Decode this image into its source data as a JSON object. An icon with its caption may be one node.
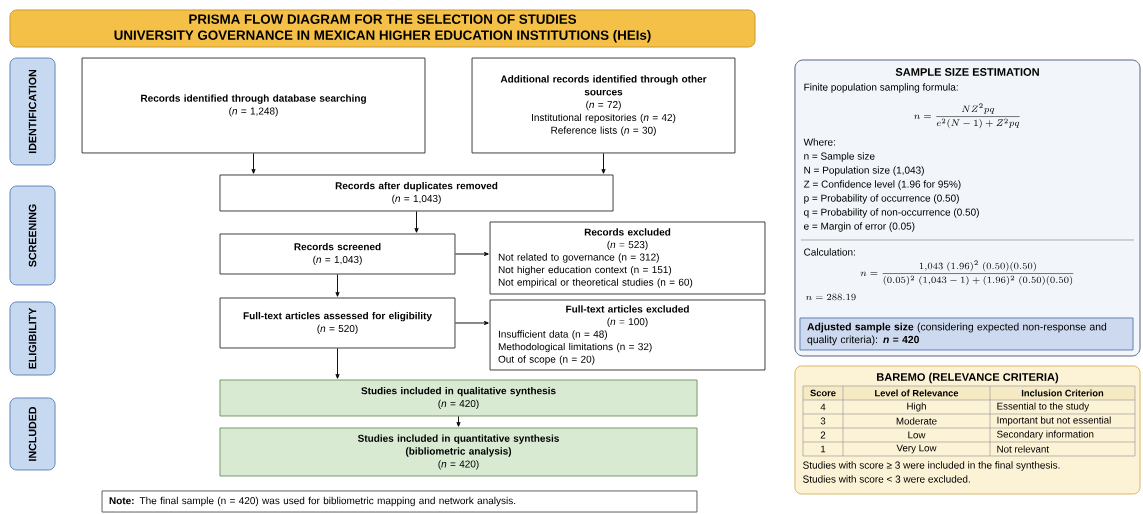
{
  "diagram": {
    "nodes": [
      {
        "text": [
          "PRISMA FLOW DIAGRAM FOR THE SELECTION OF STUDIES",
          "UNIVERSITY GOVERNANCE IN MEXICAN HIGHER EDUCATION INSTITUTIONS (HEIs)"
        ]
      },
      {
        "text": [
          "IDENTIFICATION"
        ]
      },
      {
        "text": [
          "SCREENING"
        ]
      },
      {
        "text": [
          "ELIGIBILITY"
        ]
      },
      {
        "text": [
          "INCLUDED"
        ]
      },
      {
        "text": [
          "Records identified through database searching",
          "(*n* = 1,248)"
        ]
      },
      {
        "text": [
          "Additional records identified through other sources",
          "(*n* = 72)",
          "Institutional repositories (*n* = 42)",
          "Reference lists (*n* = 30)"
        ]
      },
      {
        "text": [
          "Records after duplicates removed",
          "(*n* = 1,043)"
        ]
      },
      {
        "text": [
          "Records screened",
          "(*n* = 1,043)"
        ]
      },
      {
        "text": [
          "Records excluded",
          "(*n* = 523)",
          "Not related to governance (n = 312)",
          "Not higher education context (n = 151)",
          "Not empirical or theoretical studies (n = 60)"
        ]
      },
      {
        "text": [
          "Full-text articles assessed for eligibility",
          "(*n* = 520)"
        ]
      },
      {
        "text": [
          "Full-text articles excluded",
          "(*n* = 100)",
          "Insufficient data (n = 48)",
          "Methodological limitations (n = 32)",
          "Out of scope (n = 20)"
        ]
      },
      {
        "text": [
          "Studies included in qualitative synthesis",
          "(*n* = 420)"
        ]
      },
      {
        "text": [
          "Studies included in quantitative synthesis",
          "(bibliometric analysis)",
          "(*n* = 420)"
        ]
      },
      {
        "text": [
          "**Note:** The final sample (n = 420) was used for bibliometric mapping and network analysis."
        ]
      },
      {
        "text": [
          "SAMPLE SIZE ESTIMATION",
          "Finite population sampling formula:",
          "n = \\frac{NZ^2pq}{e^2(N-1)+Z^2pq}",
          "Where:",
          "n = Sample size",
          "N = Population size (1,043)",
          "Z = Confidence level (1.96 for 95%)",
          "p = Probability of occurrence (0.50)",
          "q = Probability of non-occurrence (0.50)",
          "e = Margin of error (0.05)",
          "Calculation:",
          "n = \\frac{1{,}043\\;(1.96)^2\\;(0.50)(0.50)}{(0.05)^2\\;(1{,}043-1)+(1.96)^2\\;(0.50)(0.50)}",
          "n = 288.19"
        ]
      },
      {
        "text": [
          "**Adjusted sample size** (considering expected non-response and quality criteria): ***n* = 420**"
        ],
        "in": 15
      },
      {
        "text": [
          "BAREMO (RELEVANCE CRITERIA)",
          "Studies with score ≥ 3 were included in the final synthesis.",
          "Studies with score < 3 were excluded."
        ]
      }
    ],
    "edges": [
      {
        "from": 5,
        "to": 7,
        "arrow": "to"
      },
      {
        "from": 6,
        "to": 7,
        "arrow": "to"
      },
      {
        "from": 7,
        "to": 8,
        "arrow": "to"
      },
      {
        "from": 8,
        "to": 9,
        "arrow": "to"
      },
      {
        "from": 8,
        "to": 10,
        "arrow": "to"
      },
      {
        "from": 10,
        "to": 11,
        "arrow": "to"
      },
      {
        "from": 10,
        "to": 12,
        "arrow": "to"
      },
      {
        "from": 12,
        "to": 13,
        "arrow": "to"
      }
    ],
    "labels": [
      "Score",
      "Level of Relevance",
      "Inclusion Criterion",
      "4",
      "High",
      "Essential to the study",
      "3",
      "Moderate",
      "Important but not essential",
      "2",
      "Low",
      "Secondary information",
      "1",
      "Very Low",
      "Not relevant"
    ]
  }
}
